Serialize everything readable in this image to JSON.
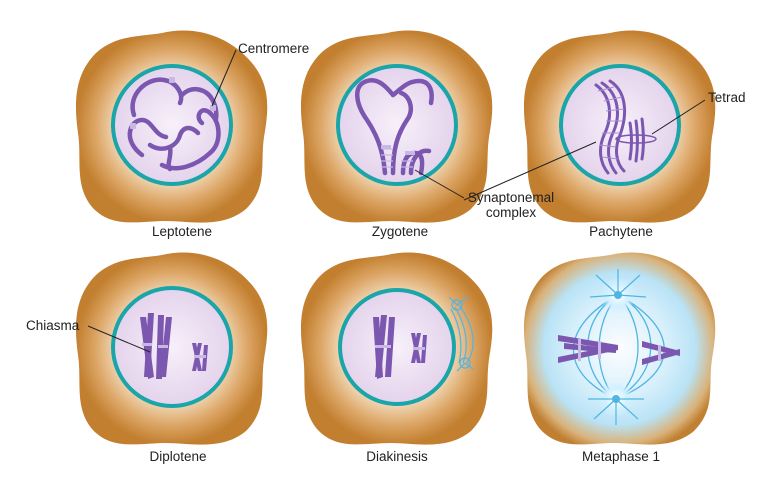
{
  "colors": {
    "cytoplasm_outer": "#c9893a",
    "cytoplasm_inner": "#f7e9d3",
    "nuclear_envelope": "#1aa5a8",
    "nucleoplasm": "#eadcf0",
    "chromosome": "#7b57b0",
    "chromosome_light": "#a88fd3",
    "centromere": "#c7b8e6",
    "spindle": "#4fb5e3",
    "glow": "#bfe6f7"
  },
  "stages": {
    "leptotene": "Leptotene",
    "zygotene": "Zygotene",
    "pachytene": "Pachytene",
    "diplotene": "Diplotene",
    "diakinesis": "Diakinesis",
    "metaphase1": "Metaphase 1"
  },
  "annotations": {
    "centromere": "Centromere",
    "synaptonemal_line1": "Synaptonemal",
    "synaptonemal_line2": "complex",
    "tetrad": "Tetrad",
    "chiasma": "Chiasma"
  }
}
